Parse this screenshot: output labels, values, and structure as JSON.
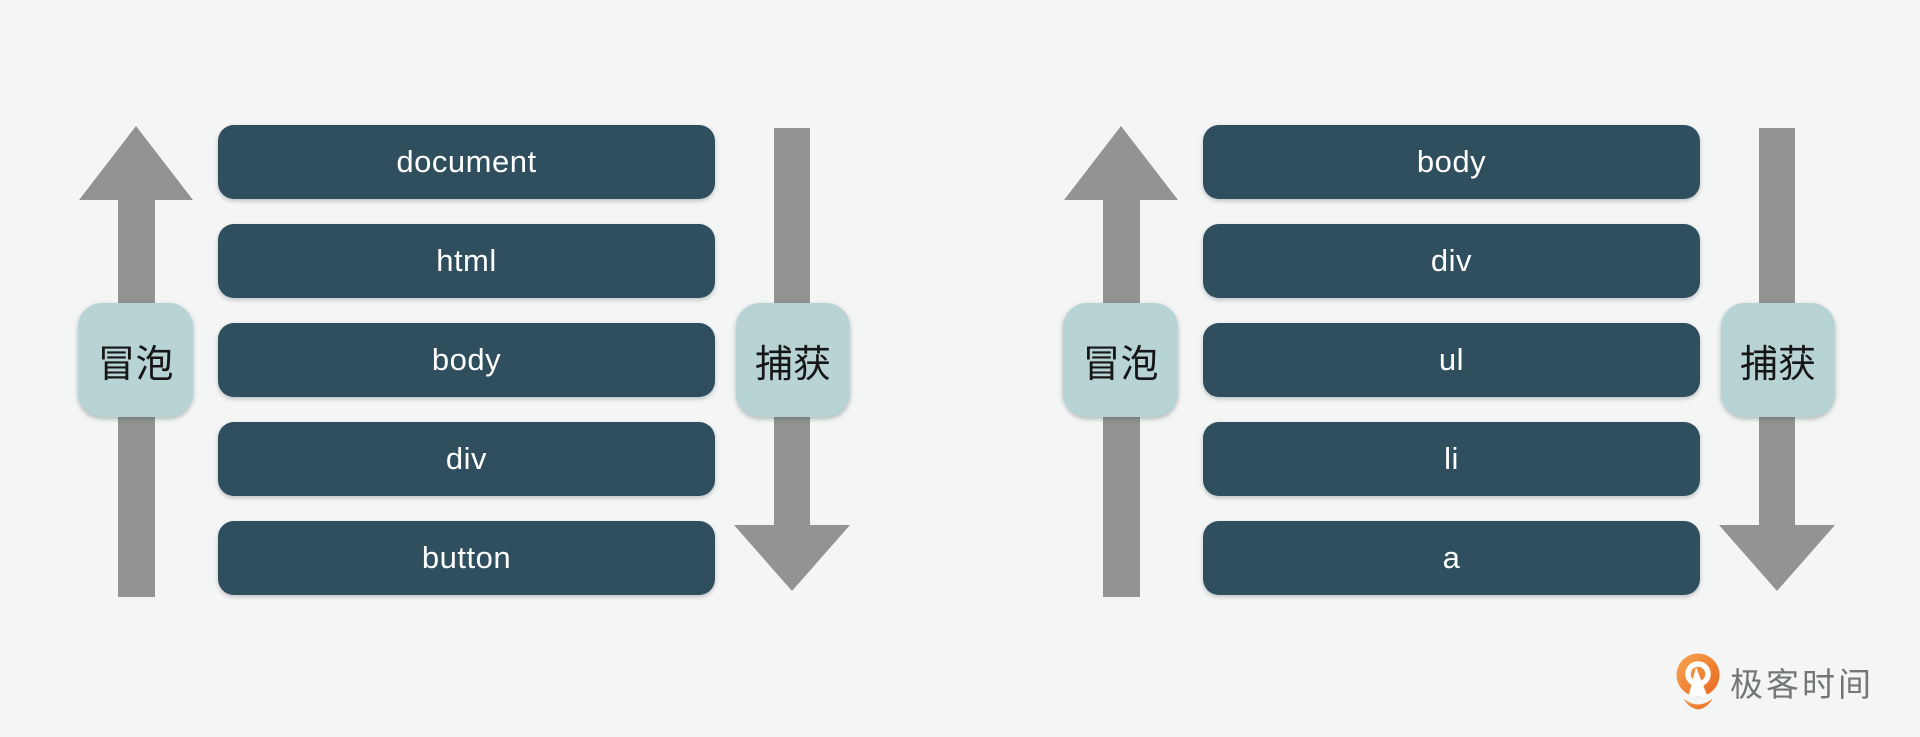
{
  "colors": {
    "background": "#f4f5f5",
    "node_box": "#2f4e5e",
    "node_text": "#ffffff",
    "label_bg": "#b7d3d4",
    "label_text": "#161616",
    "arrow": "#939393",
    "logo_text": "#747779",
    "logo_orange_light": "#f8a553",
    "logo_orange_dark": "#e8671c"
  },
  "icons": {
    "bubble_arrow": "up-arrow",
    "capture_arrow": "down-arrow",
    "logo_icon": "geektime-logo"
  },
  "diagrams": [
    {
      "bubble_label": "冒泡",
      "capture_label": "捕获",
      "nodes": [
        "document",
        "html",
        "body",
        "div",
        "button"
      ]
    },
    {
      "bubble_label": "冒泡",
      "capture_label": "捕获",
      "nodes": [
        "body",
        "div",
        "ul",
        "li",
        "a"
      ]
    }
  ],
  "logo": {
    "text": "极客时间"
  }
}
